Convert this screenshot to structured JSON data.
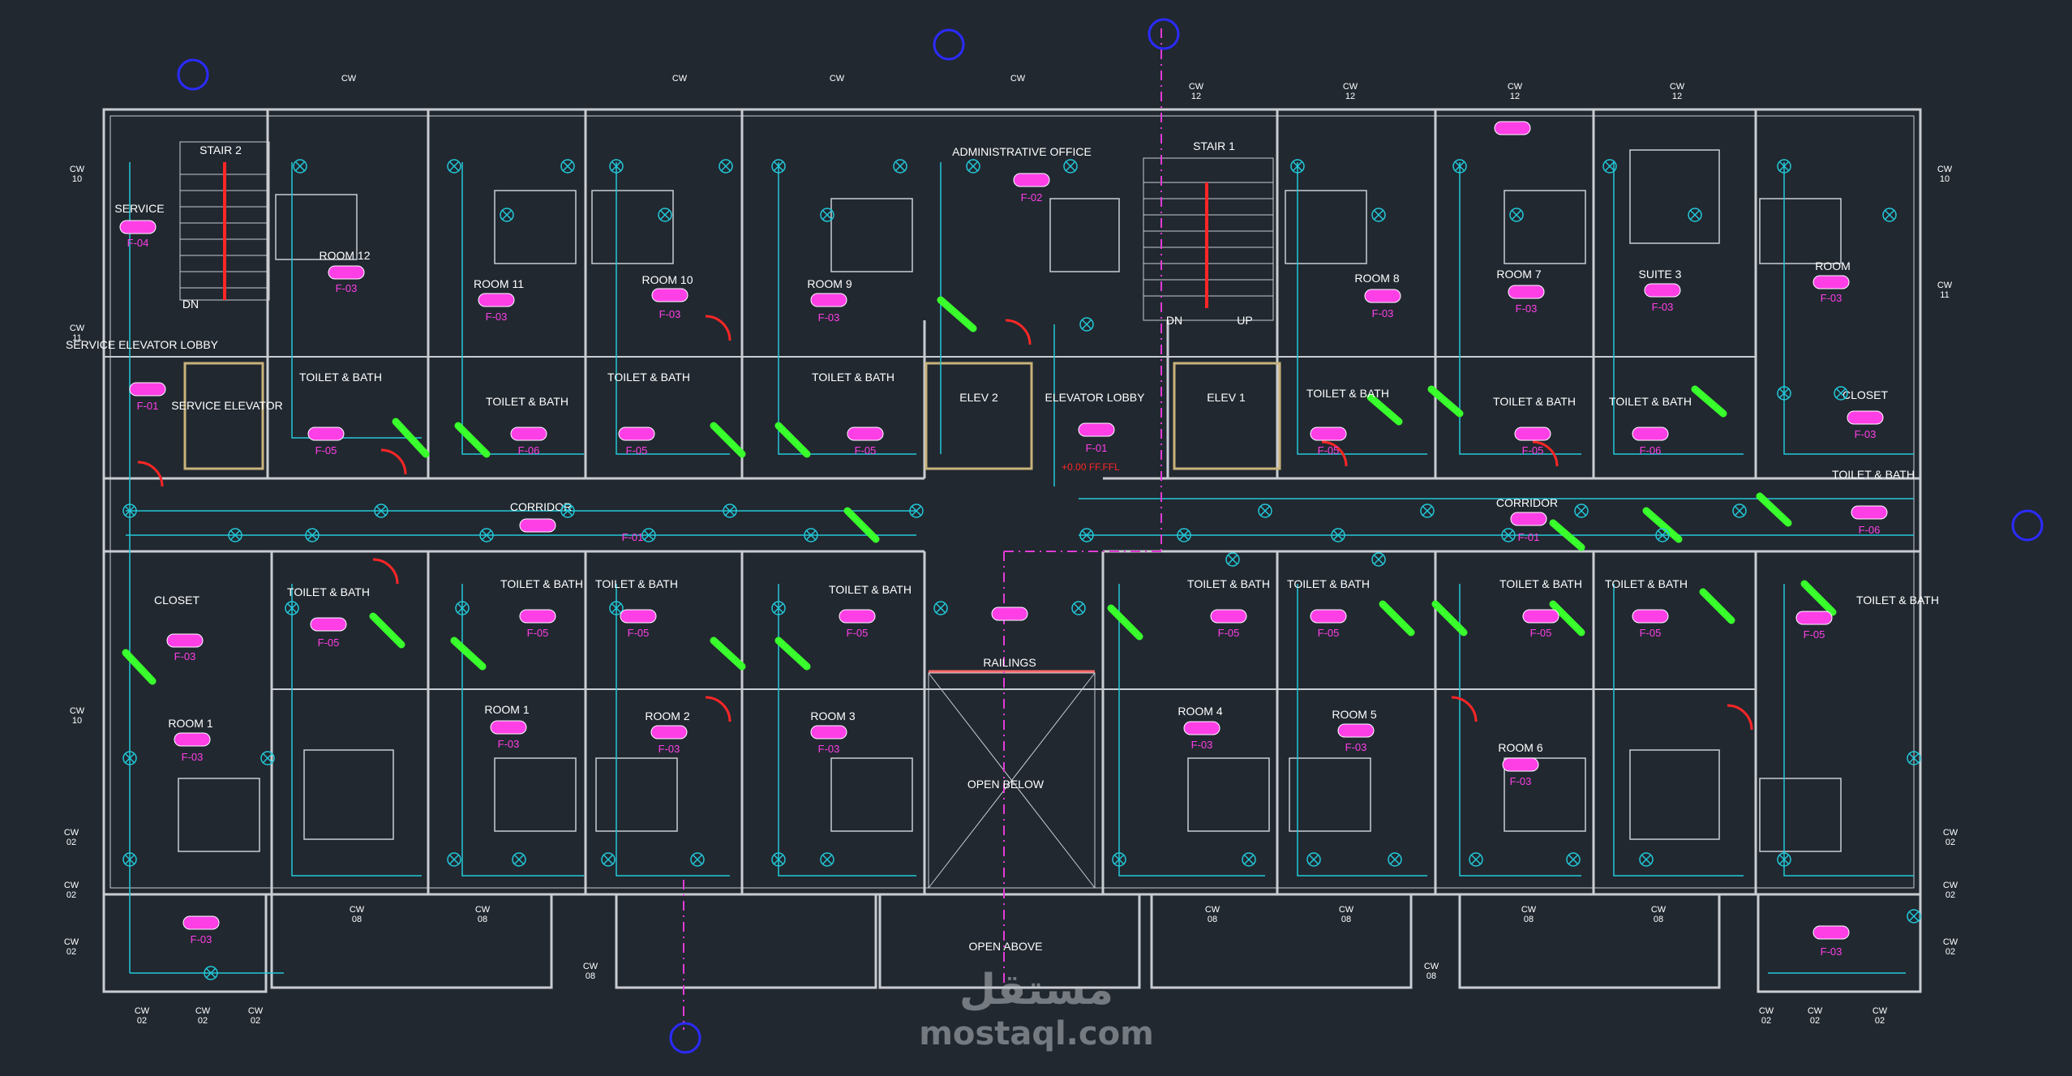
{
  "rooms": [
    {
      "id": "service",
      "label": "SERVICE",
      "tag": "F-04"
    },
    {
      "id": "stair2",
      "label": "STAIR 2",
      "tag": ""
    },
    {
      "id": "room12",
      "label": "ROOM 12",
      "tag": "F-03"
    },
    {
      "id": "room11",
      "label": "ROOM 11",
      "tag": "F-03"
    },
    {
      "id": "room10",
      "label": "ROOM 10",
      "tag": "F-03"
    },
    {
      "id": "room9",
      "label": "ROOM 9",
      "tag": "F-03"
    },
    {
      "id": "admin",
      "label": "ADMINISTRATIVE OFFICE",
      "tag": "F-02"
    },
    {
      "id": "stair1",
      "label": "STAIR 1",
      "tag": ""
    },
    {
      "id": "room8",
      "label": "ROOM 8",
      "tag": "F-03"
    },
    {
      "id": "room7",
      "label": "ROOM 7",
      "tag": "F-03"
    },
    {
      "id": "suite3",
      "label": "SUITE 3",
      "tag": "F-03"
    },
    {
      "id": "roomR",
      "label": "ROOM",
      "tag": "F-03"
    },
    {
      "id": "selobby",
      "label": "SERVICE ELEVATOR LOBBY",
      "tag": "F-01"
    },
    {
      "id": "selev",
      "label": "SERVICE ELEVATOR",
      "tag": ""
    },
    {
      "id": "tb1",
      "label": "TOILET & BATH",
      "tag": "F-05"
    },
    {
      "id": "tb2",
      "label": "TOILET & BATH",
      "tag": "F-06"
    },
    {
      "id": "tb3",
      "label": "TOILET & BATH",
      "tag": "F-05"
    },
    {
      "id": "tb4",
      "label": "TOILET & BATH",
      "tag": "F-05"
    },
    {
      "id": "elev2",
      "label": "ELEV 2",
      "tag": ""
    },
    {
      "id": "elobby",
      "label": "ELEVATOR LOBBY",
      "tag": "F-01"
    },
    {
      "id": "elev1",
      "label": "ELEV 1",
      "tag": ""
    },
    {
      "id": "tb5",
      "label": "TOILET & BATH",
      "tag": "F-05"
    },
    {
      "id": "tb6",
      "label": "TOILET & BATH",
      "tag": "F-05"
    },
    {
      "id": "tb7",
      "label": "TOILET & BATH",
      "tag": "F-06"
    },
    {
      "id": "closetR",
      "label": "CLOSET",
      "tag": "F-03"
    },
    {
      "id": "tbR",
      "label": "TOILET & BATH",
      "tag": "F-06"
    },
    {
      "id": "corridorL",
      "label": "CORRIDOR",
      "tag": "F-01"
    },
    {
      "id": "corridorR",
      "label": "CORRIDOR",
      "tag": "F-01"
    },
    {
      "id": "closetL",
      "label": "CLOSET",
      "tag": "F-03"
    },
    {
      "id": "tb8",
      "label": "TOILET & BATH",
      "tag": "F-05"
    },
    {
      "id": "tb9",
      "label": "TOILET & BATH",
      "tag": "F-05"
    },
    {
      "id": "tb10",
      "label": "TOILET & BATH",
      "tag": "F-05"
    },
    {
      "id": "tb11",
      "label": "TOILET & BATH",
      "tag": "F-05"
    },
    {
      "id": "tb12",
      "label": "TOILET & BATH",
      "tag": "F-05"
    },
    {
      "id": "tb13",
      "label": "TOILET & BATH",
      "tag": "F-05"
    },
    {
      "id": "tb14",
      "label": "TOILET & BATH",
      "tag": "F-05"
    },
    {
      "id": "tb15",
      "label": "TOILET & BATH",
      "tag": "F-05"
    },
    {
      "id": "tb16",
      "label": "TOILET & BATH",
      "tag": "F-05"
    },
    {
      "id": "room1L",
      "label": "ROOM 1",
      "tag": "F-03"
    },
    {
      "id": "room1",
      "label": "ROOM 1",
      "tag": "F-03"
    },
    {
      "id": "room2",
      "label": "ROOM 2",
      "tag": "F-03"
    },
    {
      "id": "room3",
      "label": "ROOM 3",
      "tag": "F-03"
    },
    {
      "id": "room4",
      "label": "ROOM 4",
      "tag": "F-03"
    },
    {
      "id": "room5",
      "label": "ROOM 5",
      "tag": "F-03"
    },
    {
      "id": "room6",
      "label": "ROOM 6",
      "tag": "F-03"
    },
    {
      "id": "railings",
      "label": "RAILINGS",
      "tag": ""
    },
    {
      "id": "openbelow",
      "label": "OPEN BELOW",
      "tag": ""
    },
    {
      "id": "openabove",
      "label": "OPEN ABOVE",
      "tag": ""
    },
    {
      "id": "bottomL",
      "label": "",
      "tag": "F-03"
    },
    {
      "id": "bottomR",
      "label": "",
      "tag": "F-03"
    }
  ],
  "stair_labels": {
    "dn": "DN",
    "up": "UP"
  },
  "level_mark": "+0.00 FF.FFL",
  "grid_tag": "CW",
  "grid_numbers": [
    "10",
    "11",
    "10",
    "02",
    "02",
    "02",
    "02",
    "02",
    "02",
    "08",
    "08",
    "08",
    "08",
    "08",
    "08",
    "08",
    "08",
    "12",
    "12",
    "12",
    "12",
    "10",
    "11",
    "02",
    "02",
    "02",
    "02",
    "02",
    "02"
  ],
  "watermark": {
    "arabic": "مستقل",
    "latin": "mostaql.com"
  },
  "colors": {
    "background": "#212830",
    "wall": "#c9cdd2",
    "cyan": "#23c8d8",
    "magenta": "#ff3fe6",
    "green": "#39ff2c",
    "red": "#ff2626",
    "blue": "#2b2bff",
    "gridline": "#e23bd6"
  }
}
